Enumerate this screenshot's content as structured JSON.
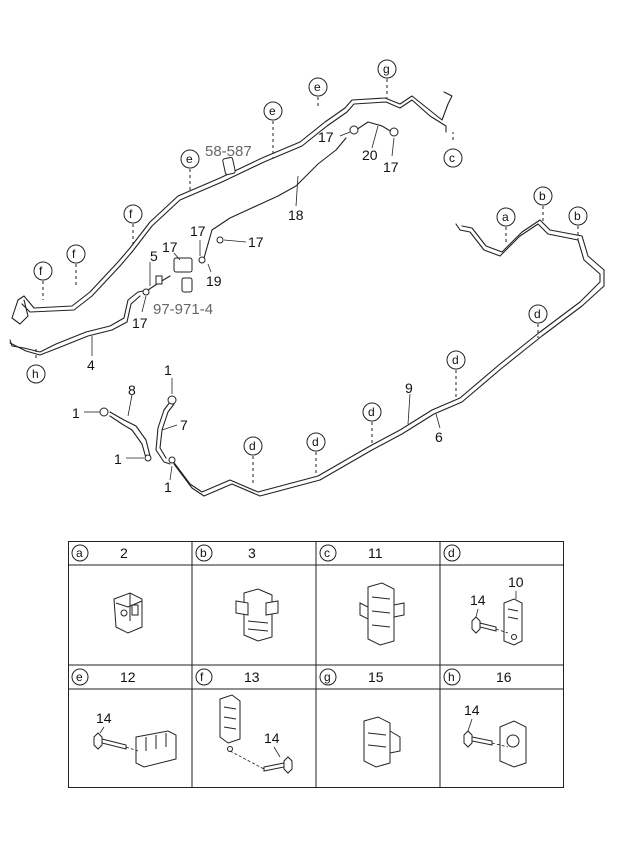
{
  "diagram": {
    "part_numbers": {
      "p1a": "1",
      "p1b": "1",
      "p1c": "1",
      "p1d": "1",
      "p4": "4",
      "p5": "5",
      "p6": "6",
      "p7": "7",
      "p8": "8",
      "p9": "9",
      "p17a": "17",
      "p17b": "17",
      "p17c": "17",
      "p17d": "17",
      "p17e": "17",
      "p17f": "17",
      "p18": "18",
      "p19": "19",
      "p20": "20"
    },
    "references": {
      "ref1": "58-587",
      "ref2": "97-971-4"
    },
    "callouts": {
      "a": "a",
      "b1": "b",
      "b2": "b",
      "c": "c",
      "d1": "d",
      "d2": "d",
      "d3": "d",
      "d4": "d",
      "d5": "d",
      "e1": "e",
      "e2": "e",
      "e3": "e",
      "f1": "f",
      "f2": "f",
      "f3": "f",
      "g": "g",
      "h": "h"
    }
  },
  "legend": {
    "cells": [
      {
        "letter": "a",
        "part": "2"
      },
      {
        "letter": "b",
        "part": "3"
      },
      {
        "letter": "c",
        "part": "11"
      },
      {
        "letter": "d",
        "part": "",
        "sub": [
          "14",
          "10"
        ]
      },
      {
        "letter": "e",
        "part": "12",
        "sub": [
          "14"
        ]
      },
      {
        "letter": "f",
        "part": "13",
        "sub": [
          "14"
        ]
      },
      {
        "letter": "g",
        "part": "15"
      },
      {
        "letter": "h",
        "part": "16",
        "sub": [
          "14"
        ]
      }
    ]
  },
  "colors": {
    "line": "#222222",
    "reference_text": "#666666",
    "background": "#ffffff"
  }
}
